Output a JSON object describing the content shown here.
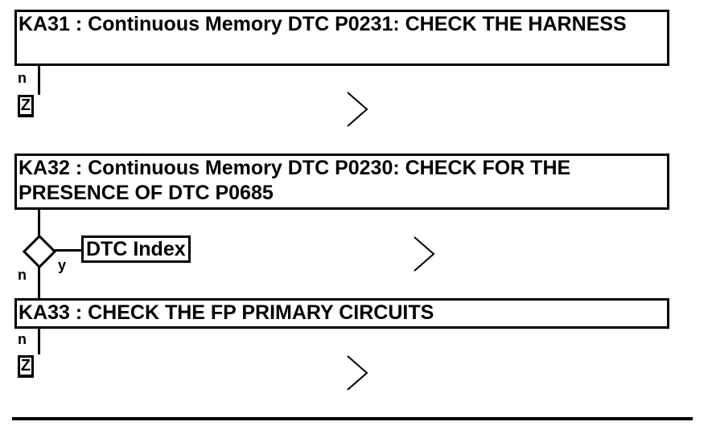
{
  "steps": [
    {
      "title": "KA31 : Continuous Memory DTC P0231: CHECK THE HARNESS",
      "branch_label": "n",
      "terminal": "Z"
    },
    {
      "title": "KA32 : Continuous Memory DTC P0230: CHECK FOR THE PRESENCE OF DTC P0685",
      "decision": {
        "yes_label": "y",
        "no_label": "n",
        "target": "DTC Index"
      }
    },
    {
      "title": "KA33 : CHECK THE FP PRIMARY CIRCUITS",
      "branch_label": "n",
      "terminal": "Z"
    }
  ]
}
